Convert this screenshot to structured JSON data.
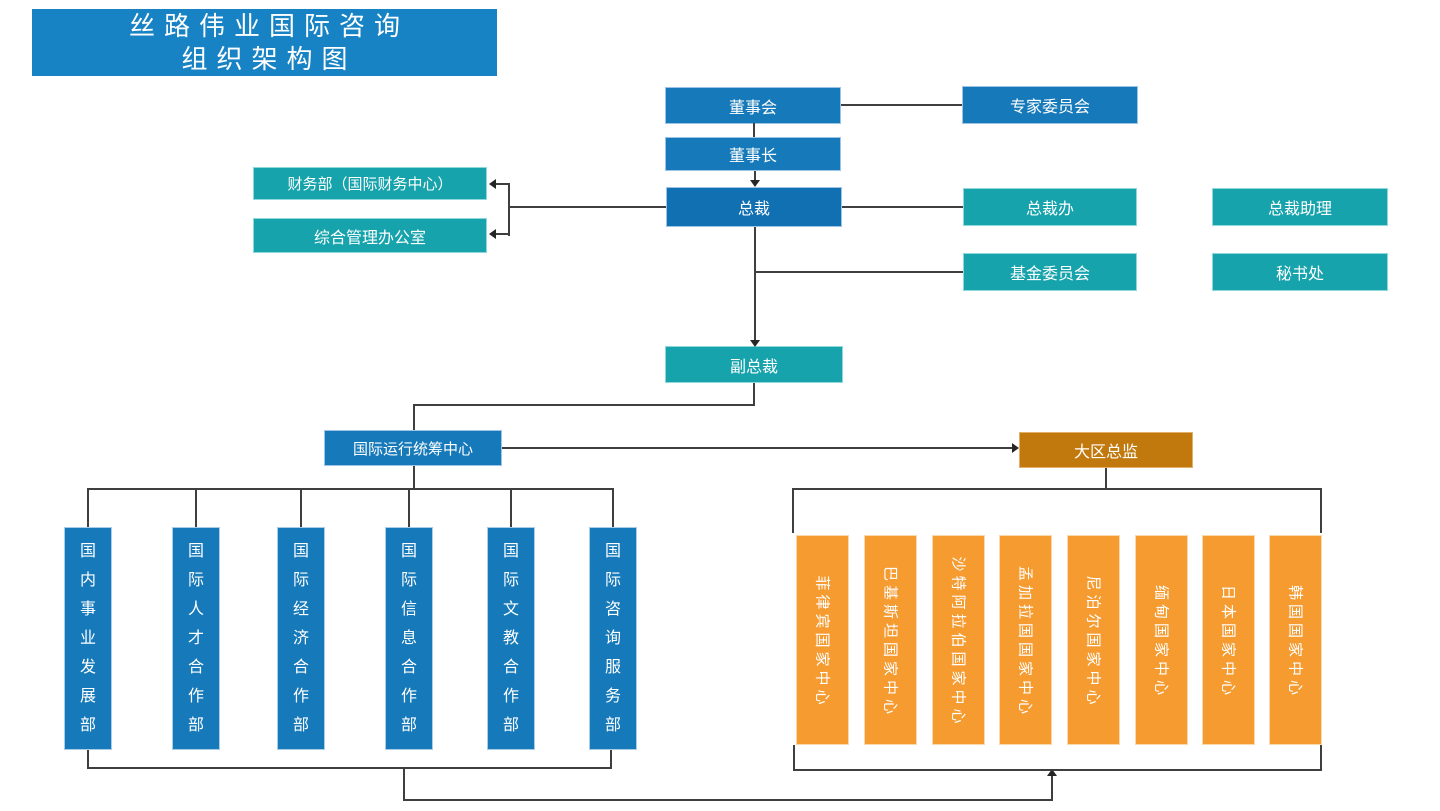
{
  "title": {
    "line1": "丝路伟业国际咨询",
    "line2": "组织架构图"
  },
  "nodes": {
    "board": "董事会",
    "expert_committee": "专家委员会",
    "chairman": "董事长",
    "president": "总裁",
    "finance_dept": "财务部（国际财务中心）",
    "admin_office": "综合管理办公室",
    "president_office": "总裁办",
    "president_assistant": "总裁助理",
    "fund_committee": "基金委员会",
    "secretariat": "秘书处",
    "vice_president": "副总裁",
    "intl_operations_center": "国际运行统筹中心",
    "regional_director": "大区总监"
  },
  "departments": [
    "国内事业发展部",
    "国际人才合作部",
    "国际经济合作部",
    "国际信息合作部",
    "国际文教合作部",
    "国际咨询服务部"
  ],
  "country_centers": [
    "菲律宾国家中心",
    "巴基斯坦国家中心",
    "沙特阿拉伯国家中心",
    "孟加拉国国家中心",
    "尼泊尔国家中心",
    "缅甸国家中心",
    "日本国家中心",
    "韩国国家中心"
  ],
  "colors": {
    "title_bg": "#1883C4",
    "blue_node": "#1679B9",
    "president_node": "#1170B2",
    "teal_node": "#16A3AC",
    "regional_director_bg": "#C1790E",
    "country_center_bg": "#F59B30",
    "connector": "#3F3F3F",
    "text": "#FFFFFF"
  }
}
